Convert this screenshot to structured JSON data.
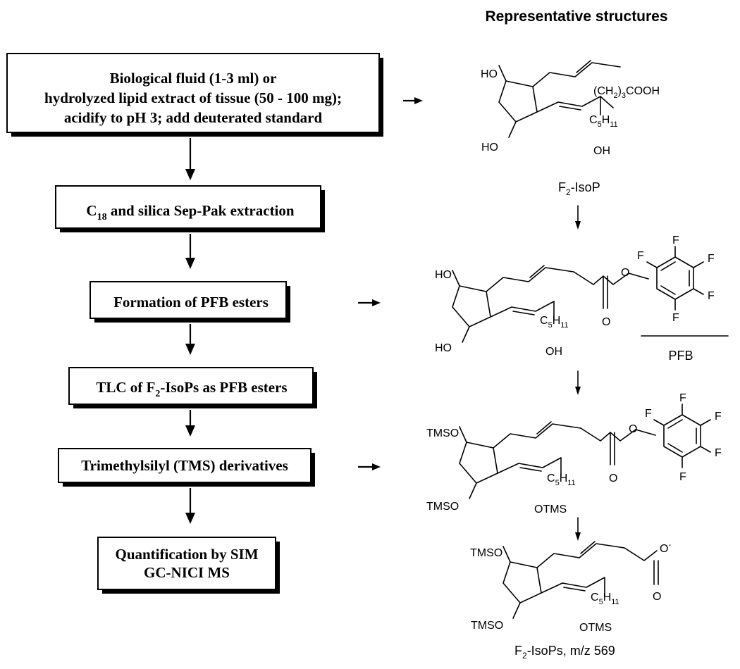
{
  "title": "Representative structures",
  "steps": [
    {
      "lines": [
        "Biological fluid (1-3 ml) or",
        "hydrolyzed lipid extract of tissue (50 - 100 mg);",
        "acidify to pH 3; add deuterated standard"
      ]
    },
    {
      "pre": "C",
      "sub": "18",
      "post": " and silica Sep-Pak extraction"
    },
    {
      "text": "Formation of PFB esters"
    },
    {
      "pre": "TLC of F",
      "sub": "2",
      "post": "-IsoPs as PFB esters"
    },
    {
      "text": "Trimethylsilyl (TMS) derivatives"
    },
    {
      "lines": [
        "Quantification by SIM",
        "GC-NICI MS"
      ]
    }
  ],
  "structures": {
    "s1": {
      "oh_top": "HO",
      "oh_bottom": "HO",
      "chain_pre": "(CH",
      "chain_sub": "2",
      "chain_mid": ")",
      "chain_sub2": "3",
      "chain_post": "COOH",
      "c5h11_pre": "C",
      "c5h11_sub1": "5",
      "c5h11_mid": "H",
      "c5h11_sub2": "11",
      "oh_side": "OH",
      "caption_pre": "F",
      "caption_sub": "2",
      "caption_post": "-IsoP"
    },
    "s2": {
      "oh_top": "HO",
      "oh_bottom": "HO",
      "oh_side": "OH",
      "carbonyl_o": "O",
      "ester_o": "O",
      "fluorines": [
        "F",
        "F",
        "F",
        "F",
        "F"
      ],
      "pfb_label": "PFB",
      "c5h11_pre": "C",
      "c5h11_sub1": "5",
      "c5h11_mid": "H",
      "c5h11_sub2": "11"
    },
    "s3": {
      "tmso_top": "TMSO",
      "tmso_bottom": "TMSO",
      "otms": "OTMS",
      "carbonyl_o": "O",
      "ester_o": "O",
      "fluorines": [
        "F",
        "F",
        "F",
        "F",
        "F"
      ],
      "c5h11_pre": "C",
      "c5h11_sub1": "5",
      "c5h11_mid": "H",
      "c5h11_sub2": "11"
    },
    "s4": {
      "tmso_top": "TMSO",
      "tmso_bottom": "TMSO",
      "otms": "OTMS",
      "carbonyl_o": "O",
      "anion_o": "O",
      "charge": "-",
      "c5h11_pre": "C",
      "c5h11_sub1": "5",
      "c5h11_mid": "H",
      "c5h11_sub2": "11",
      "caption_pre": "F",
      "caption_sub": "2",
      "caption_post": "-IsoPs, m/z 569"
    }
  }
}
